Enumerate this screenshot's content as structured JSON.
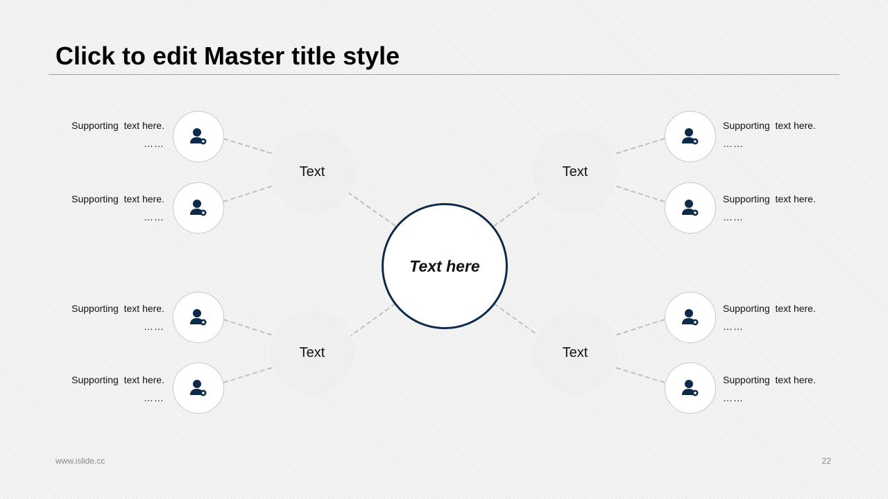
{
  "slide": {
    "title": "Click to edit Master title style",
    "center_label": "Text here",
    "footer_url": "www.islide.cc",
    "page_number": "22"
  },
  "hubs": [
    {
      "label": "Text"
    },
    {
      "label": "Text"
    },
    {
      "label": "Text"
    },
    {
      "label": "Text"
    }
  ],
  "leaves": [
    {
      "text": "Supporting  text here.",
      "ellipsis": "……",
      "icon": "user-gear-icon"
    },
    {
      "text": "Supporting  text here.",
      "ellipsis": "……",
      "icon": "user-gear-icon"
    },
    {
      "text": "Supporting  text here.",
      "ellipsis": "……",
      "icon": "user-gear-icon"
    },
    {
      "text": "Supporting  text here.",
      "ellipsis": "……",
      "icon": "user-gear-icon"
    },
    {
      "text": "Supporting  text here.",
      "ellipsis": "……",
      "icon": "user-gear-icon"
    },
    {
      "text": "Supporting  text here.",
      "ellipsis": "……",
      "icon": "user-gear-icon"
    },
    {
      "text": "Supporting  text here.",
      "ellipsis": "……",
      "icon": "user-gear-icon"
    },
    {
      "text": "Supporting  text here.",
      "ellipsis": "……",
      "icon": "user-gear-icon"
    }
  ],
  "colors": {
    "accent": "#0e2a4a",
    "icon": "#0e2a4a",
    "hub_fill": "#efefef",
    "connector": "#c0c0c0"
  }
}
